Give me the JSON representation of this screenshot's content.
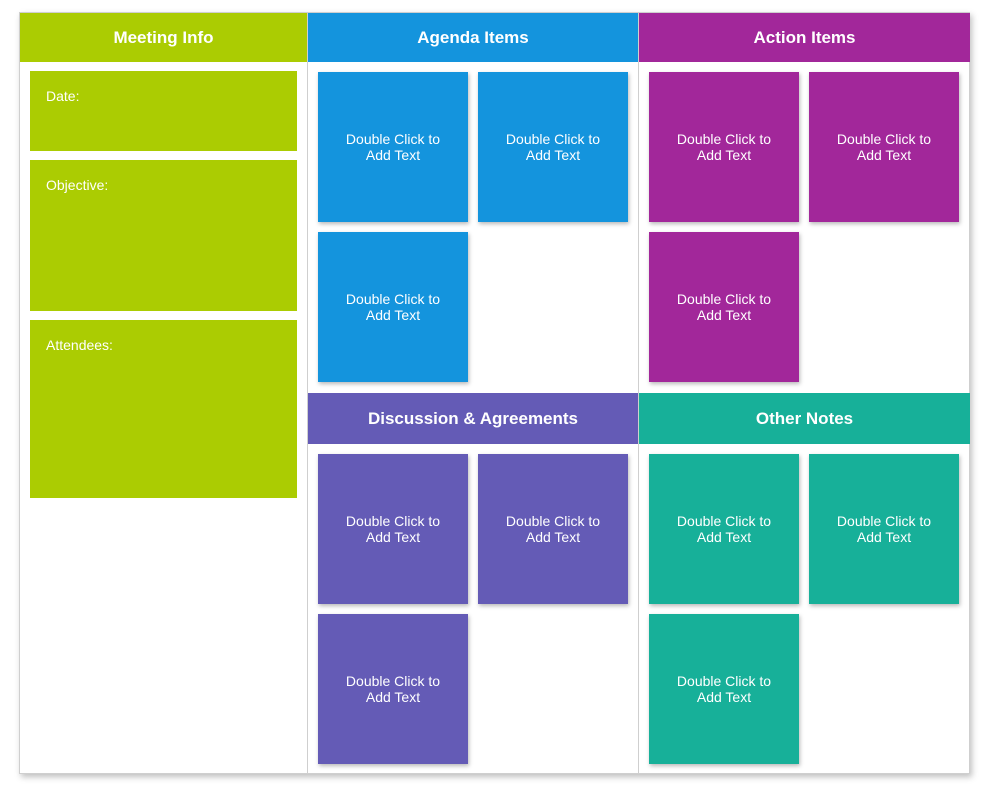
{
  "colors": {
    "meeting": "#abcc02",
    "agenda": "#1494dd",
    "action": "#a2279a",
    "discussion": "#645bb6",
    "notes": "#17b099"
  },
  "sections": {
    "meeting_info": {
      "title": "Meeting Info",
      "fields": {
        "date_label": "Date:",
        "objective_label": "Objective:",
        "attendees_label": "Attendees:"
      }
    },
    "agenda_items": {
      "title": "Agenda Items",
      "notes": [
        "Double Click to Add Text",
        "Double Click to Add Text",
        "Double Click to Add Text"
      ]
    },
    "action_items": {
      "title": "Action Items",
      "notes": [
        "Double Click to Add Text",
        "Double Click to Add Text",
        "Double Click to Add Text"
      ]
    },
    "discussion_agreements": {
      "title": "Discussion & Agreements",
      "notes": [
        "Double Click to Add Text",
        "Double Click to Add Text",
        "Double Click to Add Text"
      ]
    },
    "other_notes": {
      "title": "Other Notes",
      "notes": [
        "Double Click to Add Text",
        "Double Click to Add Text",
        "Double Click to Add Text"
      ]
    }
  }
}
